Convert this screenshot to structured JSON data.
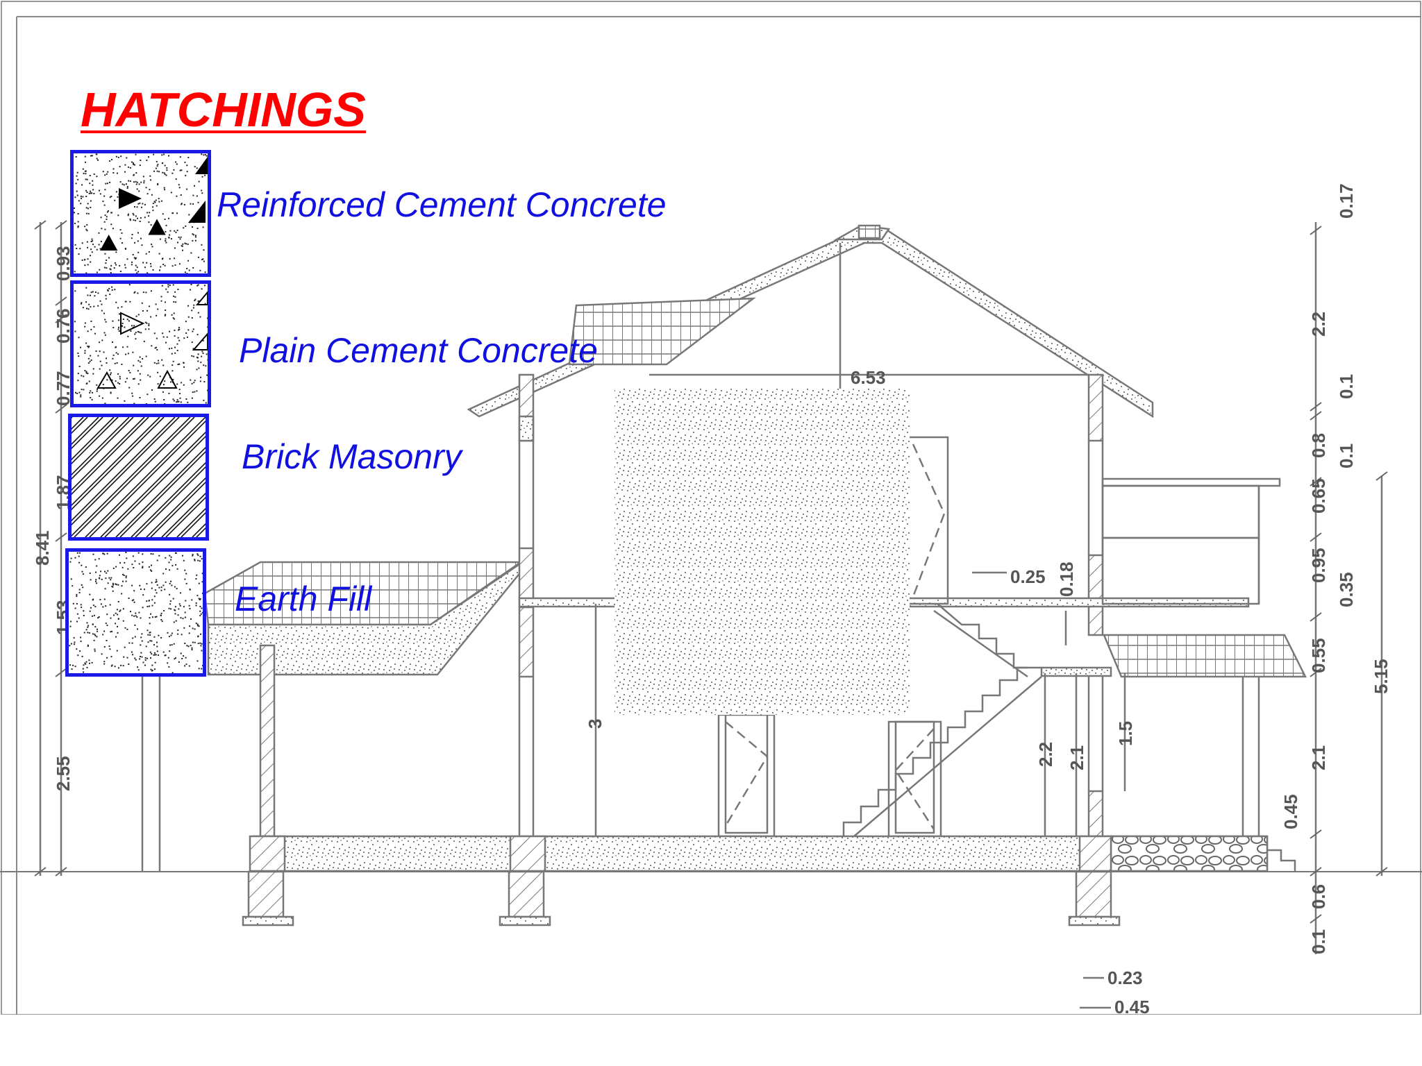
{
  "legend": {
    "title": "HATCHINGS",
    "items": [
      {
        "label": "Reinforced Cement Concrete",
        "pattern": "rcc"
      },
      {
        "label": "Plain Cement Concrete",
        "pattern": "pcc"
      },
      {
        "label": "Brick Masonry",
        "pattern": "brick"
      },
      {
        "label": "Earth Fill",
        "pattern": "earth"
      }
    ]
  },
  "dimensions": {
    "left_outer": [
      "8.41"
    ],
    "left_inner": [
      "0.93",
      "0.76",
      "0.77",
      "1.87",
      "1.53",
      "2.55"
    ],
    "right_stack": [
      "0.17",
      "2.2",
      "0.1",
      "0.1",
      "0.8",
      "0.65",
      "0.95",
      "0.35",
      "0.55",
      "2.1",
      "0.45",
      "0.6",
      "0.1"
    ],
    "right_total": "5.15",
    "roof_span": "6.53",
    "stair_tread": "0.25",
    "stair_riser": "0.18",
    "ground_floor_height": "3",
    "door_heights": [
      "2.2",
      "2.1",
      "1.5"
    ],
    "bottom": [
      "0.23",
      "0.45"
    ]
  },
  "colors": {
    "title": "#ff0000",
    "legend_text": "#1010e0",
    "legend_border": "#1a1ae6",
    "drawing_lines": "#777777"
  }
}
